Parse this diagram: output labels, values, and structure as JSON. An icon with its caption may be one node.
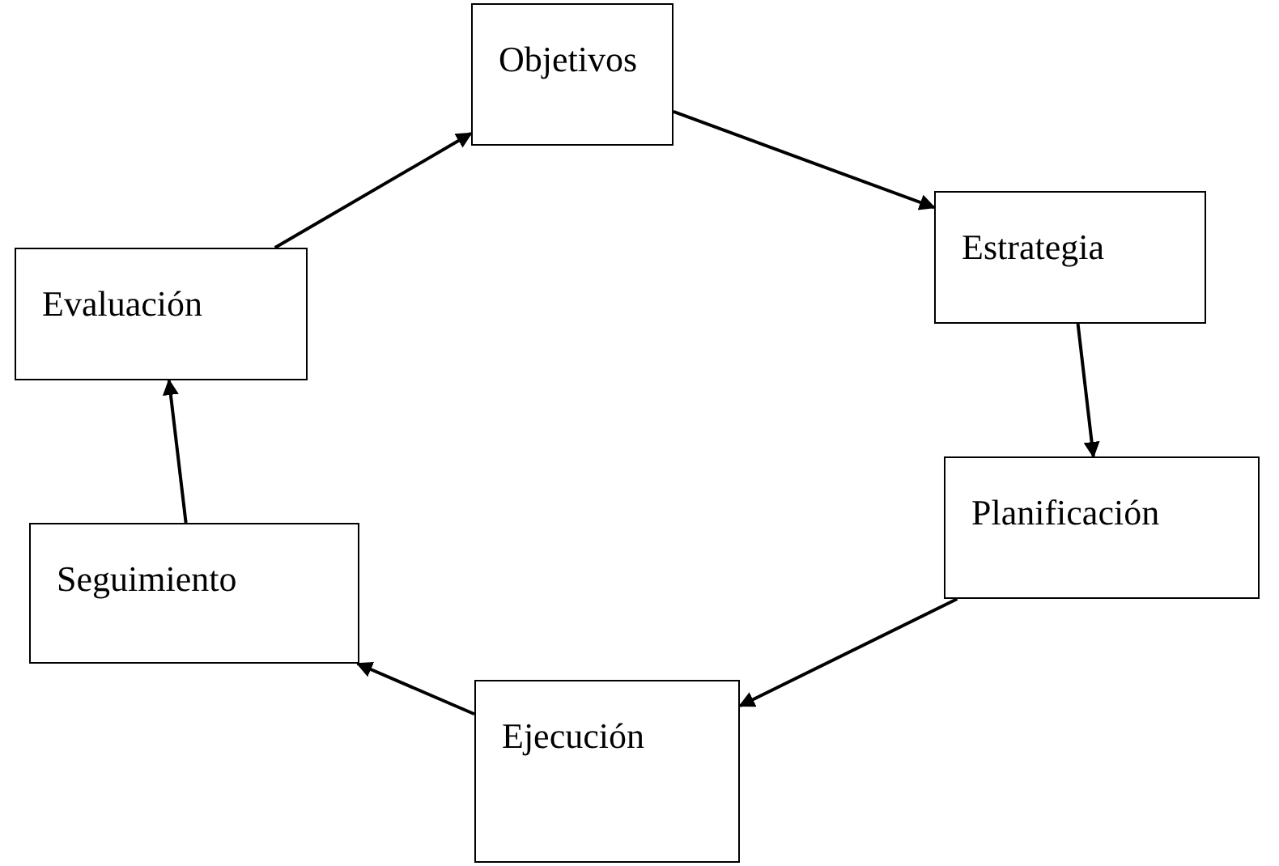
{
  "diagram": {
    "nodes": [
      {
        "text": [
          "Objetivos"
        ]
      },
      {
        "text": [
          "Estrategia"
        ]
      },
      {
        "text": [
          "Planificación"
        ]
      },
      {
        "text": [
          "Ejecución"
        ]
      },
      {
        "text": [
          "Seguimiento"
        ]
      },
      {
        "text": [
          "Evaluación"
        ]
      }
    ],
    "edges": [
      {
        "from": 0,
        "to": 1,
        "arrow": "to"
      },
      {
        "from": 1,
        "to": 2,
        "arrow": "to"
      },
      {
        "from": 2,
        "to": 3,
        "arrow": "to"
      },
      {
        "from": 3,
        "to": 4,
        "arrow": "to"
      },
      {
        "from": 4,
        "to": 5,
        "arrow": "to"
      },
      {
        "from": 5,
        "to": 0,
        "arrow": "to"
      }
    ]
  }
}
